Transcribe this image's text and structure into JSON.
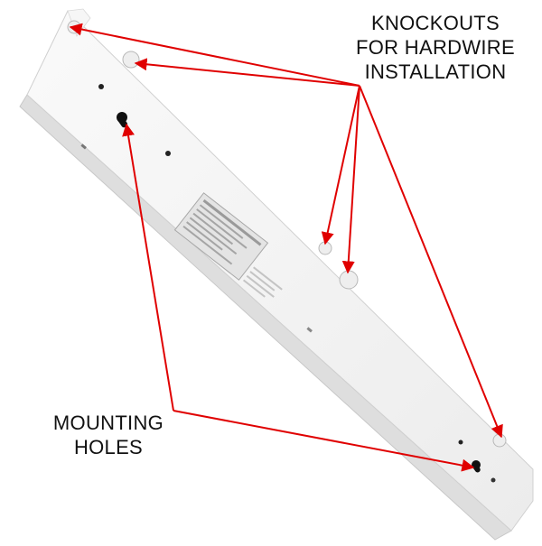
{
  "colors": {
    "arrow": "#e00000",
    "fixture_face": "#f2f2f2",
    "fixture_edge": "#d6d6d6",
    "label_text": "#111111"
  },
  "callouts": {
    "knockouts": {
      "lines": [
        "KNOCKOUTS",
        "FOR HARDWIRE",
        "INSTALLATION"
      ]
    },
    "mounting": {
      "lines": [
        "MOUNTING",
        "HOLES"
      ]
    }
  },
  "fixture_label": {
    "text_lines": [
      "",
      "",
      "",
      "",
      ""
    ]
  }
}
